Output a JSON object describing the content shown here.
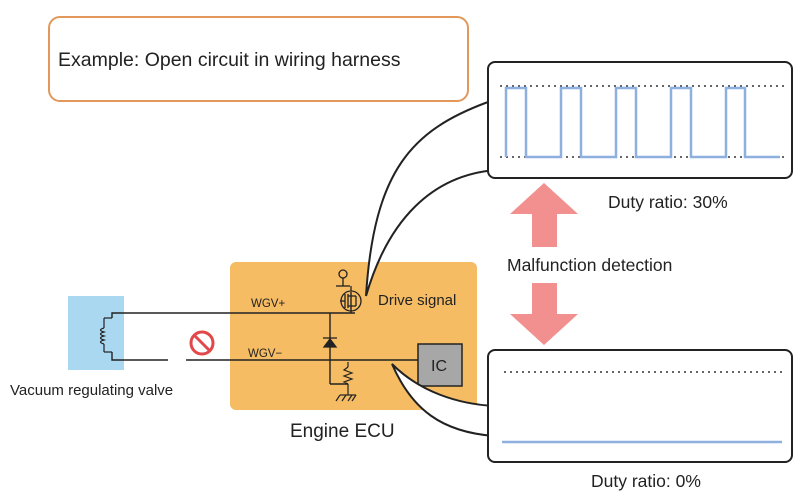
{
  "example_box": {
    "text": "Example: Open circuit in wiring harness"
  },
  "labels": {
    "wgv_plus": "WGV+",
    "wgv_minus": "WGV−",
    "drive_signal": "Drive signal",
    "ic": "IC",
    "engine_ecu": "Engine ECU",
    "vacuum_valve": "Vacuum regulating valve",
    "malfunction_detection": "Malfunction detection"
  },
  "waveforms": {
    "normal": {
      "duty_text": "Duty ratio: 30%",
      "duty_ratio_percent": 30,
      "pulses": 5
    },
    "fault": {
      "duty_text": "Duty ratio: 0%",
      "duty_ratio_percent": 0
    }
  },
  "icons": {
    "no_entry": "prohibited-icon",
    "arrow_up": "arrow-up-icon",
    "arrow_down": "arrow-down-icon",
    "mosfet": "mosfet-symbol",
    "diode": "diode-symbol",
    "resistor": "resistor-symbol",
    "coil": "coil-symbol"
  },
  "colors": {
    "ecu_fill": "#f6bc63",
    "example_border": "#e2985a",
    "valve_fill": "#aad8f0",
    "ic_fill": "#a7a7a7",
    "arrow_fill": "#f28f8f",
    "wave_line": "#8eb0df",
    "prohibited": "#e0484a"
  }
}
